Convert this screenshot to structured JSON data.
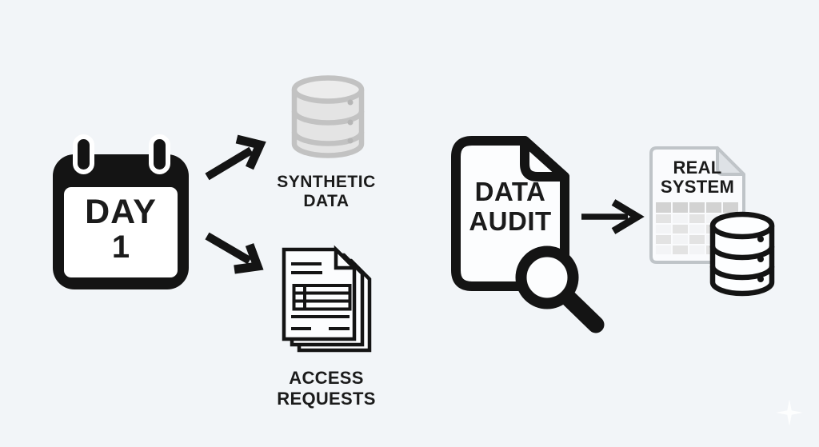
{
  "background": "#f2f5f8",
  "palette": {
    "bg": "#f2f5f8",
    "ink": "#141414",
    "text": "#1b1b1b",
    "paper": "#fcfdfe",
    "gray_fill": "#e4e4e4",
    "gray_top": "#ececec",
    "gray_stroke": "#c2c2c2",
    "gray_dot": "#b5b5b5",
    "doc_gray_stroke": "#bfc4c8",
    "doc_gray_fill": "#fafbfd",
    "fold_gray_fill": "#dee2e6",
    "grid_header": "#d2d2d2",
    "grid_cell": "#e3e3e3",
    "grid_cell_light": "#f3f4f6"
  },
  "nodes": {
    "day1": {
      "line1": "DAY",
      "line2": "1"
    },
    "synthetic_data": {
      "line1": "SYNTHETIC",
      "line2": "DATA"
    },
    "access_requests": {
      "line1": "ACCESS",
      "line2": "REQUESTS"
    },
    "data_audit": {
      "line1": "DATA",
      "line2": "AUDIT"
    },
    "real_system": {
      "line1": "REAL",
      "line2": "SYSTEM"
    }
  },
  "icons": [
    "calendar-day-icon",
    "database-gray-icon",
    "documents-stack-icon",
    "audit-document-icon",
    "magnifier-icon",
    "real-system-document-icon",
    "spreadsheet-grid-icon",
    "database-black-icon",
    "arrow-up-right-icon",
    "arrow-down-right-icon",
    "arrow-right-icon",
    "sparkle-watermark-icon"
  ]
}
